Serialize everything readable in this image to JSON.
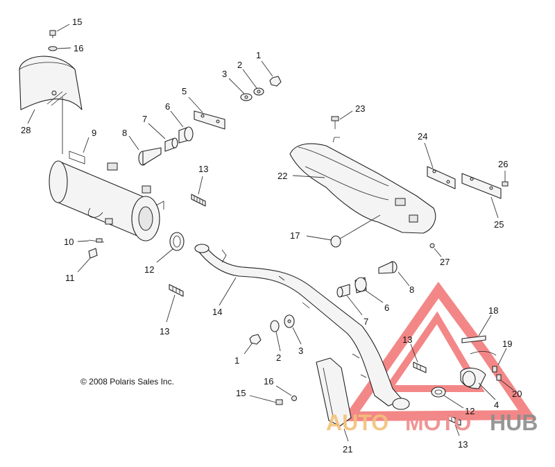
{
  "copyright": "© 2008 Polaris Sales Inc.",
  "watermark": {
    "word_auto": "AUTO",
    "word_moto": "MOTO",
    "word_hub": "HUB",
    "colors": {
      "auto": "#f2c27a",
      "moto": "#f08a8a",
      "hub": "#8c8c8c",
      "triangle": "#f06060"
    }
  },
  "callouts": {
    "c1a": "1",
    "c2a": "2",
    "c3a": "3",
    "c5": "5",
    "c6a": "6",
    "c7a": "7",
    "c8a": "8",
    "c9": "9",
    "c10": "10",
    "c11": "11",
    "c12a": "12",
    "c13a": "13",
    "c13b": "13",
    "c14": "14",
    "c15a": "15",
    "c16a": "16",
    "c17": "17",
    "c22": "22",
    "c23": "23",
    "c24": "24",
    "c25": "25",
    "c26": "26",
    "c27": "27",
    "c28": "28",
    "c8b": "8",
    "c6b": "6",
    "c7b": "7",
    "c1b": "1",
    "c2b": "2",
    "c3b": "3",
    "c13c": "13",
    "c18": "18",
    "c19": "19",
    "c20": "20",
    "c4": "4",
    "c12b": "12",
    "c13d": "13",
    "c15b": "15",
    "c16b": "16",
    "c21": "21"
  }
}
